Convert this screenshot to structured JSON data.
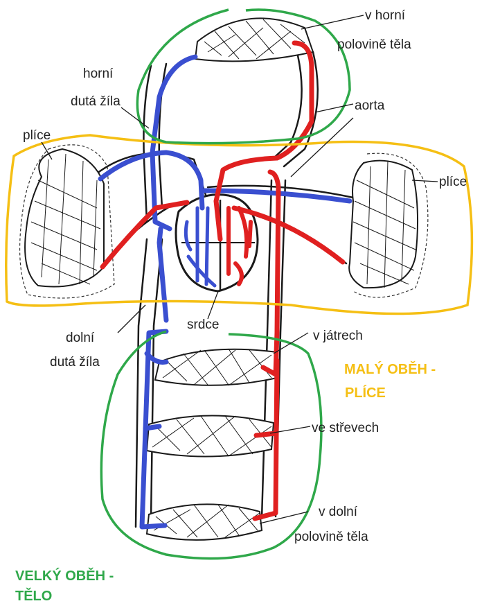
{
  "labels": {
    "upper_body_line1": "v horní",
    "upper_body_line2": "polovině těla",
    "svc_line1": "horní",
    "svc_line2": "dutá žíla",
    "aorta": "aorta",
    "lung_left": "plíce",
    "lung_right": "plíce",
    "ivc_line1": "dolní",
    "ivc_line2": "dutá žíla",
    "heart": "srdce",
    "liver": "v játrech",
    "intestines": "ve střevech",
    "lower_body_line1": "v dolní",
    "lower_body_line2": "polovině těla",
    "pulmonary_line1": "MALÝ OBĚH -",
    "pulmonary_line2": "PLÍCE",
    "systemic_line1": "VELKÝ OBĚH -",
    "systemic_line2": "TĚLO"
  },
  "colors": {
    "vein_blue": "#3a4fd0",
    "artery_red": "#e02020",
    "pulmonary_yellow": "#f5bf14",
    "systemic_green": "#2fa84a",
    "outline": "#1a1a1a"
  }
}
